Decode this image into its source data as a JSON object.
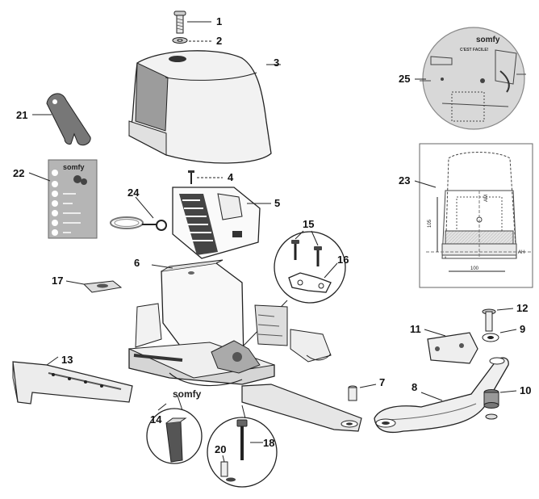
{
  "callouts": {
    "c1": "1",
    "c2": "2",
    "c3": "3",
    "c4": "4",
    "c5": "5",
    "c6": "6",
    "c7": "7",
    "c8": "8",
    "c9": "9",
    "c10": "10",
    "c11": "11",
    "c12": "12",
    "c13": "13",
    "c14": "14",
    "c15": "15",
    "c16": "16",
    "c17": "17",
    "c18": "18",
    "c20": "20",
    "c21": "21",
    "c22": "22",
    "c23": "23",
    "c24": "24",
    "c25": "25"
  },
  "brand": {
    "logo": "somfy",
    "template_slogan": "C'EST FACILE!"
  },
  "dimensions": {
    "d100_bottom": "100",
    "d105_side": "105",
    "am": "AM",
    "ah": "AH"
  }
}
